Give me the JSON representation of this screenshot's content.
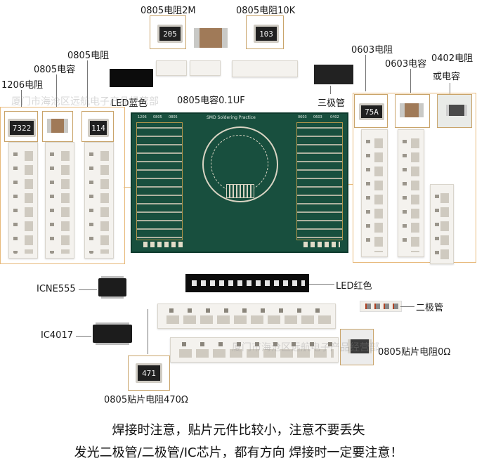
{
  "labels": {
    "r0805_2m": "0805电阻2M",
    "r0805_10k": "0805电阻10K",
    "r0805": "0805电阻",
    "c0805": "0805电容",
    "r1206": "1206电阻",
    "led_blue": "LED蓝色",
    "c0805_01uf": "0805电容0.1UF",
    "transistor": "三极管",
    "r0603": "0603电阻",
    "c0603": "0603电容",
    "rc0402_line1": "0402电阻",
    "rc0402_line2": "或电容",
    "led_red": "LED红色",
    "diode": "二极管",
    "icne555": "ICNE555",
    "ic4017": "IC4017",
    "r0805_0": "0805贴片电阻0Ω",
    "r0805_470": "0805贴片电阻470Ω"
  },
  "chip_markings": {
    "r205": "205",
    "r103": "103",
    "r7322": "7322",
    "r114": "114",
    "r75a": "75A",
    "r471": "471"
  },
  "pcb": {
    "title": "SMD Soldering Practice",
    "col_left": [
      "1206",
      "0805",
      "0805"
    ],
    "col_right": [
      "0603",
      "0603",
      "0402"
    ]
  },
  "watermark": "厦门市海沧区远航电子产品经营部",
  "footer": {
    "line1": "焊接时注意，贴片元件比较小，注意不要丢失",
    "line2": "发光二极管/二极管/IC芯片，都有方向 焊接时一定要注意！"
  },
  "colors": {
    "pcb": "#184f3e",
    "frame": "#e7b97a",
    "tape": "#f4f2ee"
  }
}
